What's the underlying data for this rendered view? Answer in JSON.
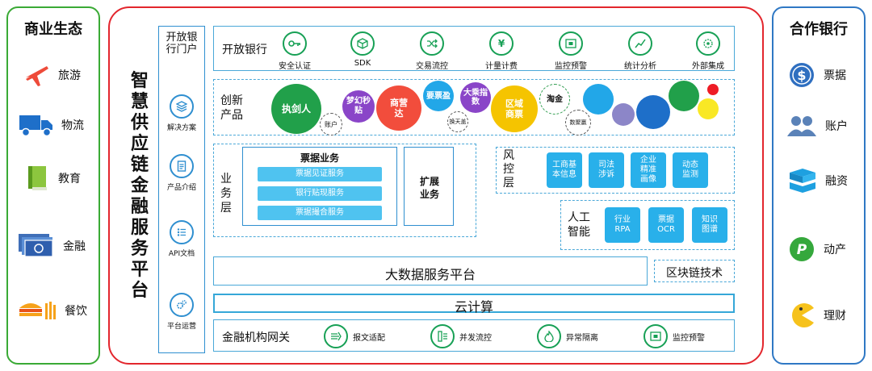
{
  "left_panel": {
    "title": "商业生态",
    "items": [
      {
        "label": "旅游",
        "icon": "airplane-icon"
      },
      {
        "label": "物流",
        "icon": "truck-icon"
      },
      {
        "label": "教育",
        "icon": "book-icon"
      },
      {
        "label": "金融",
        "icon": "cash-icon"
      },
      {
        "label": "餐饮",
        "icon": "burger-icon"
      }
    ]
  },
  "right_panel": {
    "title": "合作银行",
    "items": [
      {
        "label": "票据",
        "icon": "dollar-coin-icon"
      },
      {
        "label": "账户",
        "icon": "users-icon"
      },
      {
        "label": "融资",
        "icon": "boxes-icon"
      },
      {
        "label": "动产",
        "icon": "p-coin-icon"
      },
      {
        "label": "理财",
        "icon": "pacman-icon"
      }
    ]
  },
  "center": {
    "title": "智慧供应链金融服务平台",
    "portal": {
      "title": "开放银行门户",
      "items": [
        {
          "label": "解决方案",
          "icon": "layers-icon"
        },
        {
          "label": "产品介绍",
          "icon": "document-icon"
        },
        {
          "label": "API文档",
          "icon": "list-icon"
        },
        {
          "label": "平台运营",
          "icon": "gears-icon"
        }
      ]
    },
    "open_bank": {
      "title": "开放银行",
      "items": [
        {
          "label": "安全认证",
          "icon": "key-icon"
        },
        {
          "label": "SDK",
          "icon": "cube-icon"
        },
        {
          "label": "交易流控",
          "icon": "shuffle-icon"
        },
        {
          "label": "计量计费",
          "icon": "yen-icon"
        },
        {
          "label": "监控预警",
          "icon": "monitor-icon"
        },
        {
          "label": "统计分析",
          "icon": "chart-icon"
        },
        {
          "label": "外部集成",
          "icon": "atom-icon"
        }
      ]
    },
    "innovation": {
      "title": "创新产品",
      "bubbles": {
        "zhijianren": "执剑人",
        "zhanghu": "账户",
        "menghuan": "梦幻秒贴",
        "shangying": "商营达",
        "yaopiaoying": "要票盈",
        "datiancheng": "大乘指数",
        "huantiandi": "换天盖",
        "quyu": "区域商票",
        "taojin": "淘金",
        "shujuku": "数聚赢"
      },
      "colors": {
        "green": "#21a04a",
        "purple": "#8a45c8",
        "red": "#f24d3c",
        "blue": "#22a7e8",
        "yellow": "#f5c400",
        "navy": "#1e6fc9",
        "lavender": "#8c86c8",
        "bright_red": "#ee1c25",
        "yellow2": "#f9e825"
      }
    },
    "business": {
      "title": "业务层",
      "ticket_title": "票据业务",
      "ticket_items": [
        "票据见证服务",
        "银行贴现服务",
        "票据撮合服务"
      ],
      "extension_title": "扩展业务"
    },
    "risk": {
      "title": "风控层",
      "tiles": [
        "工商基本信息",
        "司法涉诉",
        "企业精准画像",
        "动态监测"
      ]
    },
    "ai": {
      "title": "人工智能",
      "tiles": [
        "行业RPA",
        "票据OCR",
        "知识图谱"
      ]
    },
    "bigdata": "大数据服务平台",
    "blockchain": "区块链技术",
    "cloud": "云计算",
    "gateway": {
      "title": "金融机构网关",
      "items": [
        {
          "label": "报文适配",
          "icon": "adapter-icon"
        },
        {
          "label": "并发流控",
          "icon": "flow-icon"
        },
        {
          "label": "异常隔离",
          "icon": "fire-icon"
        },
        {
          "label": "监控预警",
          "icon": "monitor-icon"
        }
      ]
    }
  }
}
